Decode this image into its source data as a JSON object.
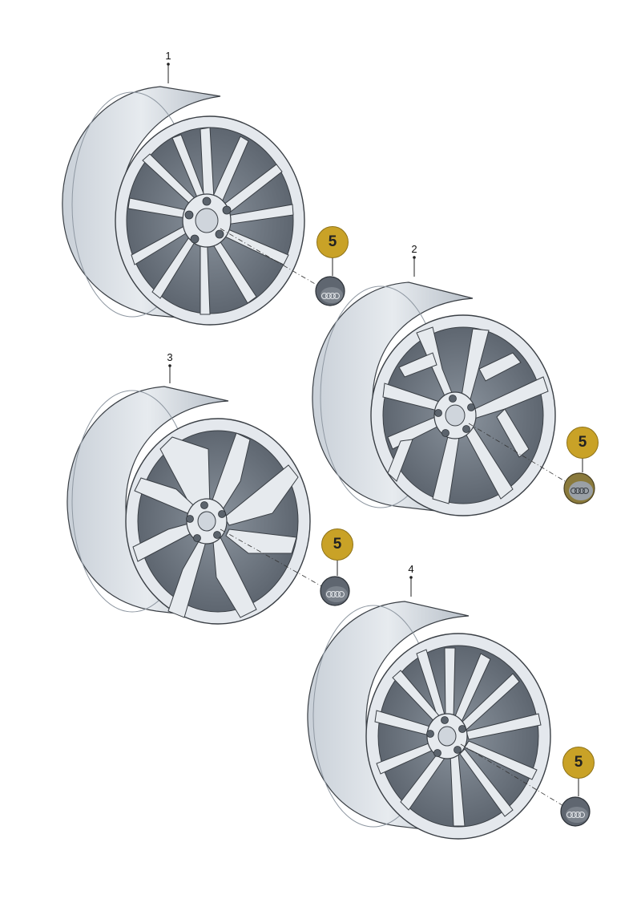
{
  "parts": [
    {
      "id": "wheel-1",
      "label": "1"
    },
    {
      "id": "wheel-2",
      "label": "2"
    },
    {
      "id": "wheel-3",
      "label": "3"
    },
    {
      "id": "wheel-4",
      "label": "4"
    }
  ],
  "callouts": [
    {
      "id": "cap-1",
      "label": "5"
    },
    {
      "id": "cap-2",
      "label": "5"
    },
    {
      "id": "cap-3",
      "label": "5"
    },
    {
      "id": "cap-4",
      "label": "5"
    }
  ],
  "colors": {
    "rim": "#dfe4ea",
    "rim_shadow": "#9ba4ae",
    "outline": "#3a3f45",
    "badge": "#c9a227",
    "cap": "#6c727a"
  },
  "icons": [
    "alloy-wheel-icon",
    "wheel-center-cap-icon",
    "four-rings-logo-icon"
  ]
}
